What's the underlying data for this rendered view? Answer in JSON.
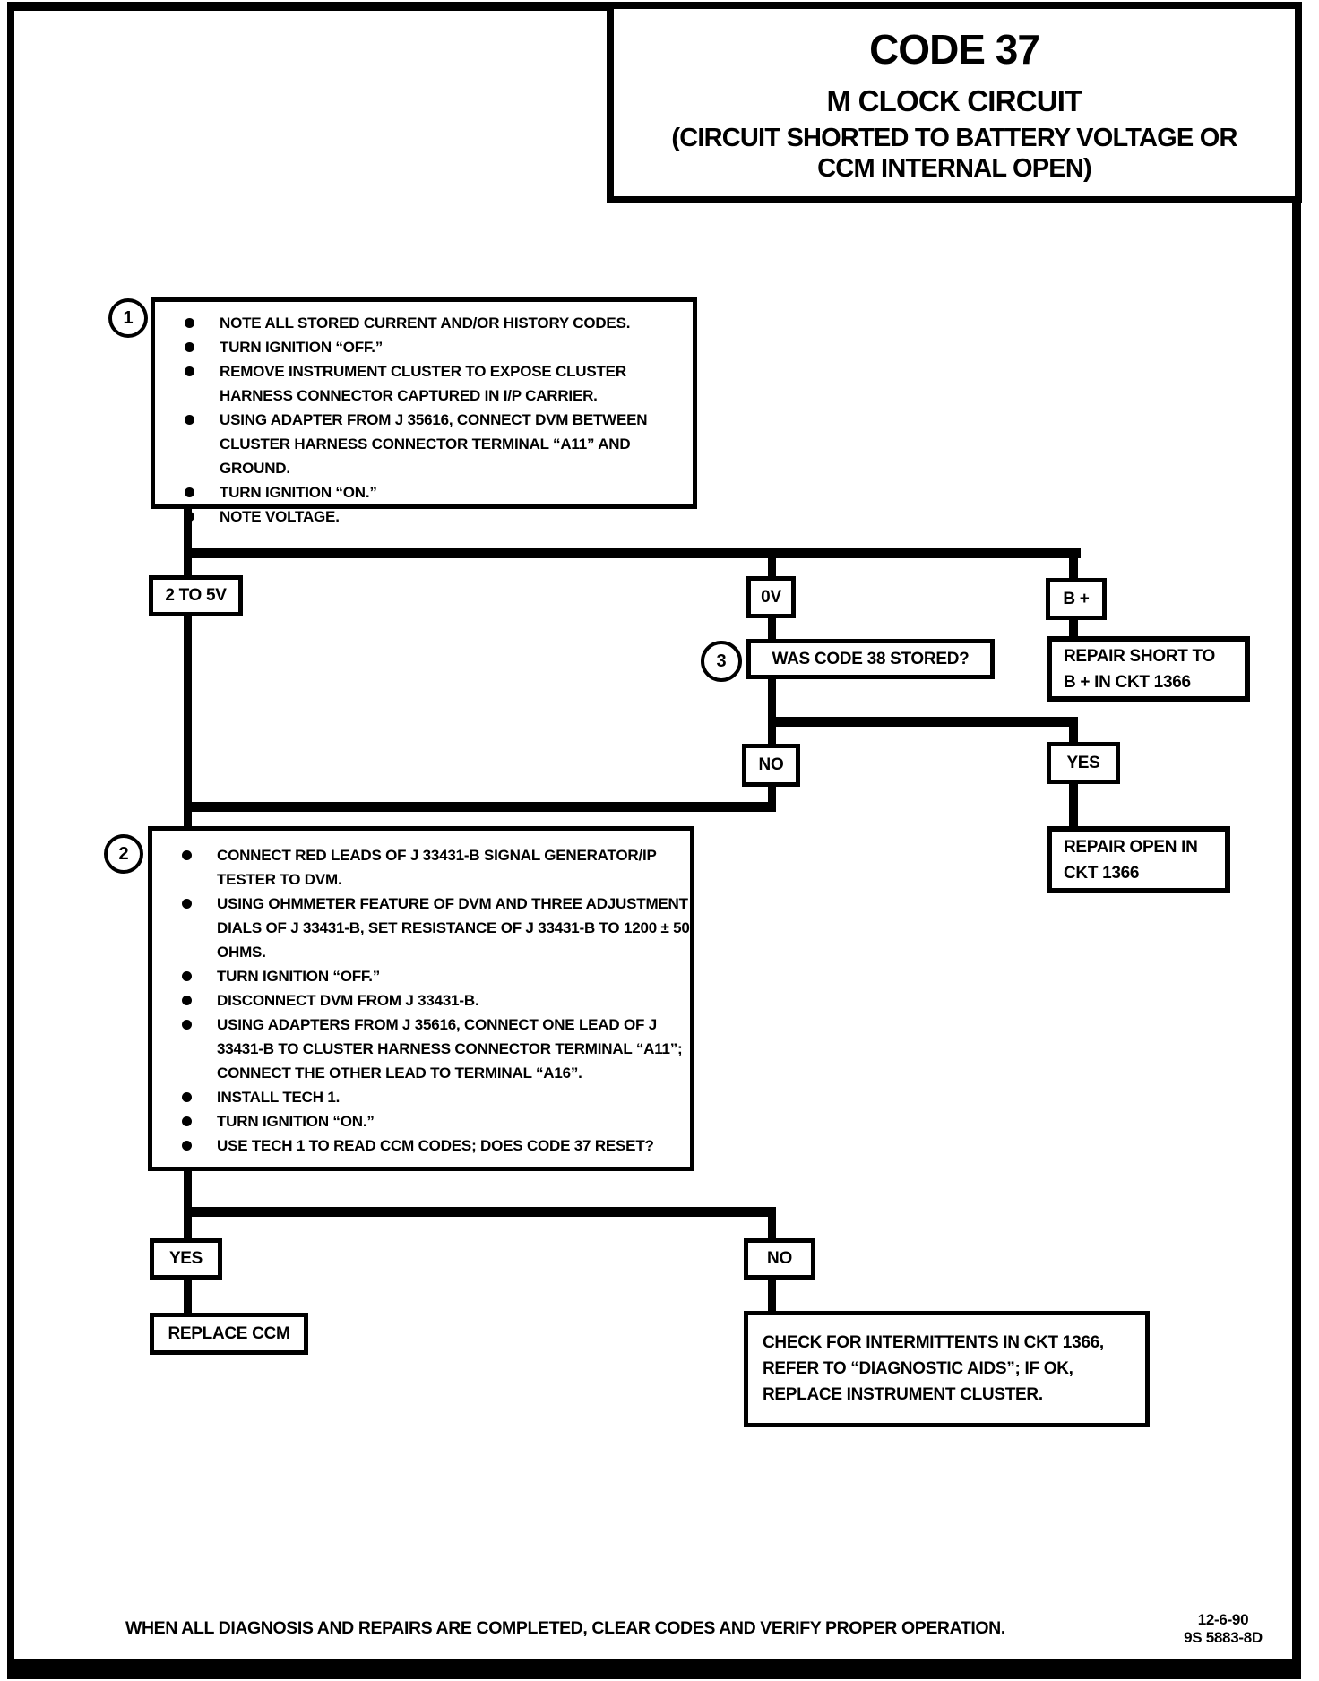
{
  "title": {
    "code": "CODE 37",
    "subtitle": "M CLOCK CIRCUIT",
    "paren_line1": "(CIRCUIT SHORTED TO BATTERY VOLTAGE OR",
    "paren_line2": "CCM INTERNAL OPEN)"
  },
  "step1": {
    "number": "1",
    "bullets": [
      "NOTE ALL STORED CURRENT AND/OR HISTORY CODES.",
      "TURN IGNITION “OFF.”",
      "REMOVE INSTRUMENT CLUSTER TO EXPOSE CLUSTER HARNESS CONNECTOR CAPTURED IN I/P CARRIER.",
      "USING ADAPTER FROM J 35616, CONNECT DVM BETWEEN CLUSTER HARNESS CONNECTOR TERMINAL “A11” AND GROUND.",
      "TURN IGNITION “ON.”",
      "NOTE VOLTAGE."
    ]
  },
  "voltage_branches": {
    "left": "2 TO 5V",
    "middle": "0V",
    "right": "B +"
  },
  "question": {
    "number": "3",
    "text": "WAS CODE 38 STORED?",
    "no": "NO",
    "yes": "YES"
  },
  "repair_short": {
    "line1": "REPAIR SHORT TO",
    "line2": "B +  IN CKT 1366"
  },
  "repair_open": {
    "line1": "REPAIR OPEN IN",
    "line2": "CKT 1366"
  },
  "step2": {
    "number": "2",
    "bullets": [
      "CONNECT RED LEADS OF J 33431-B SIGNAL GENERATOR/IP TESTER TO DVM.",
      "USING OHMMETER FEATURE OF DVM AND THREE ADJUSTMENT DIALS OF J 33431-B, SET RESISTANCE OF J 33431-B TO 1200 ± 50 OHMS.",
      "TURN IGNITION “OFF.”",
      "DISCONNECT DVM FROM J 33431-B.",
      "USING ADAPTERS FROM J 35616, CONNECT ONE LEAD OF J 33431-B TO CLUSTER HARNESS CONNECTOR TERMINAL “A11”; CONNECT THE OTHER LEAD TO TERMINAL “A16”.",
      "INSTALL TECH 1.",
      "TURN IGNITION “ON.”",
      "USE TECH 1 TO READ CCM CODES; DOES CODE 37 RESET?"
    ]
  },
  "result_branches": {
    "yes": "YES",
    "no": "NO"
  },
  "replace_ccm": "REPLACE CCM",
  "check_intermittents": {
    "line1": "CHECK FOR INTERMITTENTS IN CKT 1366,",
    "line2": "REFER TO “DIAGNOSTIC AIDS”; IF OK,",
    "line3": "REPLACE INSTRUMENT CLUSTER."
  },
  "footer": {
    "note": "WHEN ALL DIAGNOSIS AND REPAIRS ARE COMPLETED, CLEAR CODES AND VERIFY PROPER OPERATION.",
    "date": "12-6-90",
    "doc_number": "9S 5883-8D"
  }
}
